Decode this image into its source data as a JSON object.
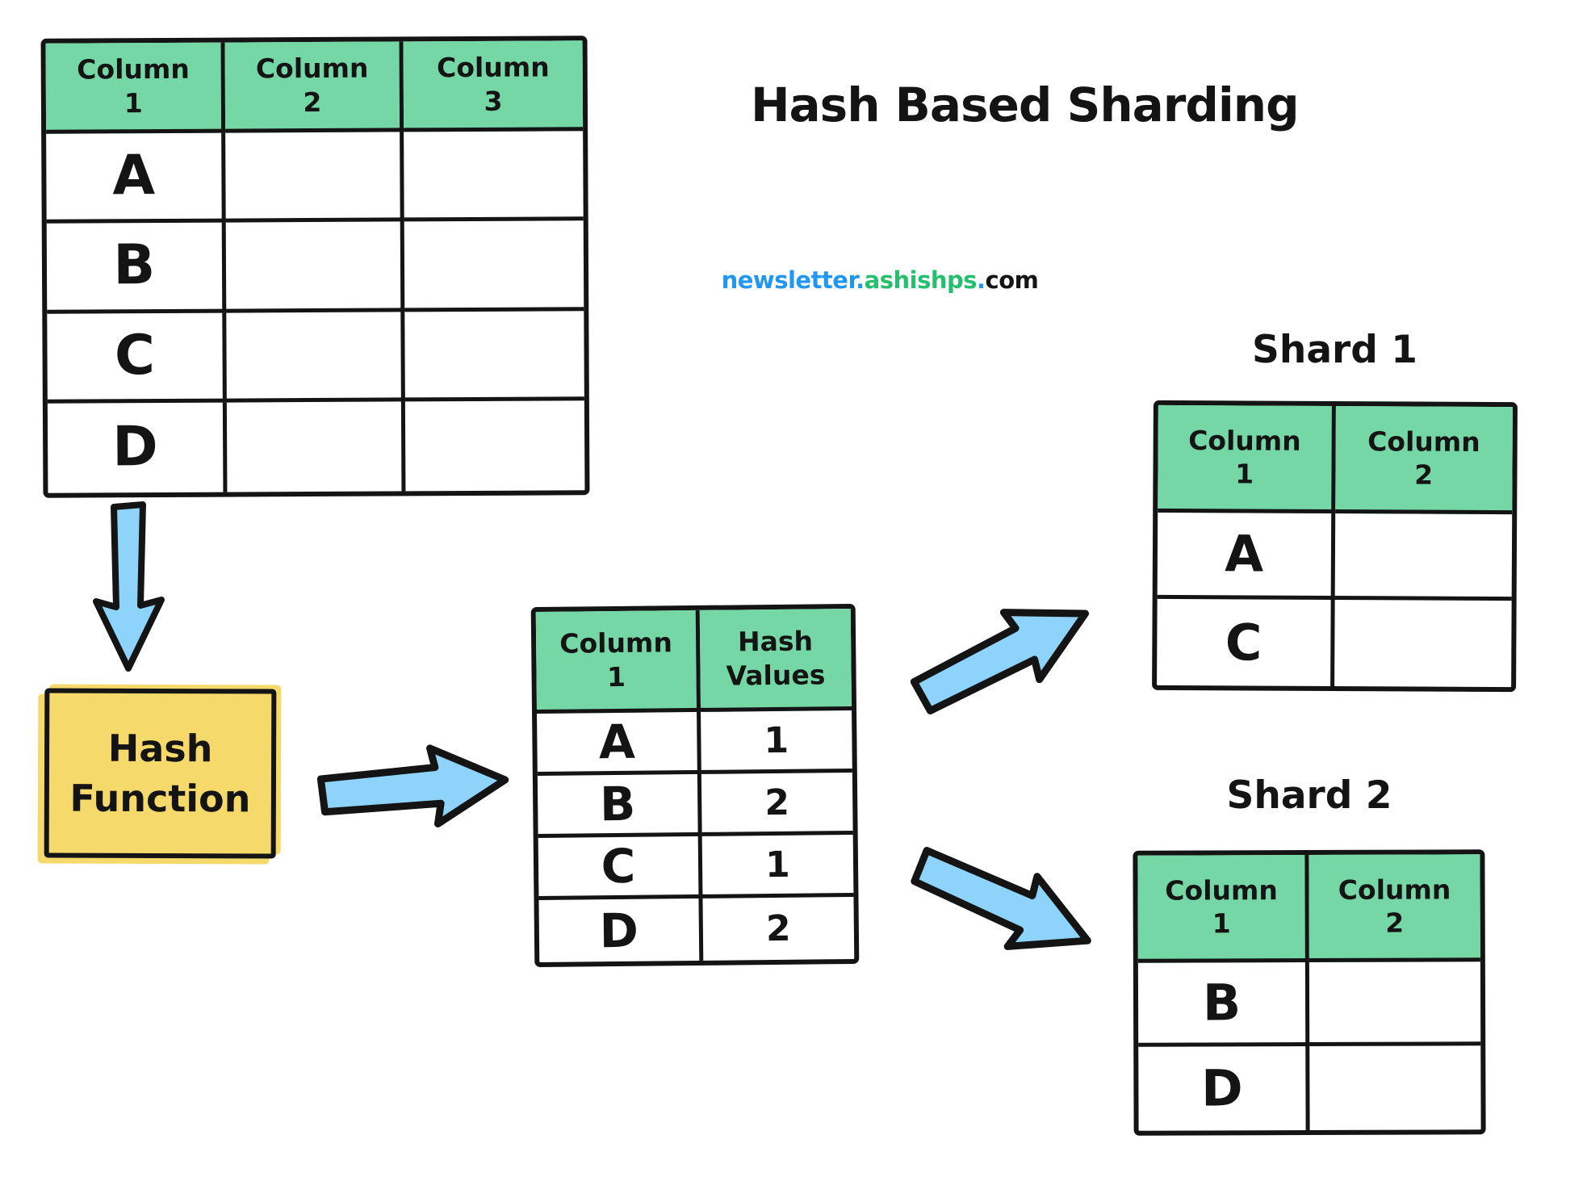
{
  "title": "Hash Based Sharding",
  "watermark": {
    "blue_part": "newsletter",
    "dot1": ".",
    "green_part": "ashishps",
    "dot2": ".",
    "black_part": "com"
  },
  "main_table": {
    "headers": [
      "Column 1",
      "Column 2",
      "Column 3"
    ],
    "rows": [
      [
        "A",
        "",
        ""
      ],
      [
        "B",
        "",
        ""
      ],
      [
        "C",
        "",
        ""
      ],
      [
        "D",
        "",
        ""
      ]
    ]
  },
  "flow": {
    "hash_function_label": "Hash Function"
  },
  "hash_table": {
    "headers": [
      "Column 1",
      "Hash Values"
    ],
    "rows": [
      [
        "A",
        "1"
      ],
      [
        "B",
        "2"
      ],
      [
        "C",
        "1"
      ],
      [
        "D",
        "2"
      ]
    ]
  },
  "shard1": {
    "title": "Shard 1",
    "headers": [
      "Column 1",
      "Column 2"
    ],
    "rows": [
      [
        "A",
        ""
      ],
      [
        "C",
        ""
      ]
    ]
  },
  "shard2": {
    "title": "Shard 2",
    "headers": [
      "Column 1",
      "Column 2"
    ],
    "rows": [
      [
        "B",
        ""
      ],
      [
        "D",
        ""
      ]
    ]
  },
  "colors": {
    "header_green": "#76d7a6",
    "box_yellow": "#f6d96b",
    "arrow_blue": "#8ed3f9",
    "wm_blue": "#2196f3",
    "wm_green": "#25c06d",
    "ink": "#141414"
  }
}
